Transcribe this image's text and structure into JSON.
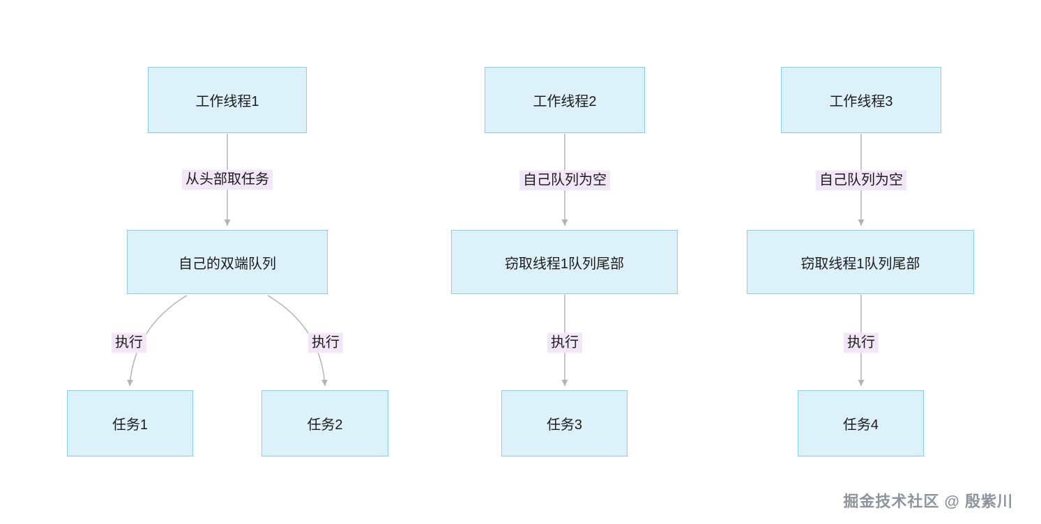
{
  "nodes": {
    "worker1": "工作线程1",
    "worker2": "工作线程2",
    "worker3": "工作线程3",
    "deque1": "自己的双端队列",
    "steal2": "窃取线程1队列尾部",
    "steal3": "窃取线程1队列尾部",
    "task1": "任务1",
    "task2": "任务2",
    "task3": "任务3",
    "task4": "任务4"
  },
  "edges": {
    "take_from_head": "从头部取任务",
    "queue_empty2": "自己队列为空",
    "queue_empty3": "自己队列为空",
    "execute_left": "执行",
    "execute_right": "执行",
    "execute2": "执行",
    "execute3": "执行"
  },
  "watermark": "掘金技术社区 @ 殷紫川",
  "colors": {
    "node_fill": "#ddf1fb",
    "node_border": "#8ccdec",
    "edge_label_bg": "#f1e7f8",
    "arrow": "#b3b3b3",
    "text": "#1b1b1b",
    "watermark_text": "#8d949c"
  }
}
